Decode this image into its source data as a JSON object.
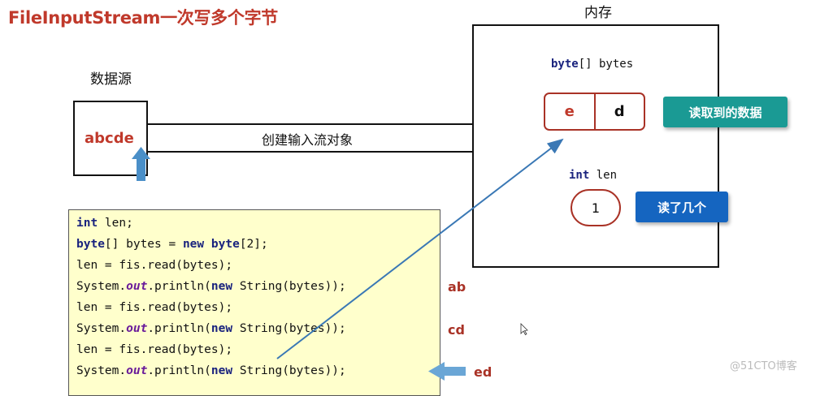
{
  "title": "FileInputStream一次写多个字节",
  "memory_label": "内存",
  "source": {
    "label": "数据源",
    "content": "abcde"
  },
  "pipe_label": "创建输入流对象",
  "bytes_array": {
    "type_kw": "byte",
    "declaration_rest": "[] bytes",
    "cells": [
      "e",
      "d"
    ]
  },
  "read_data_badge": "读取到的数据",
  "len_var": {
    "type_kw": "int",
    "name": " len",
    "value": "1"
  },
  "read_count_badge": "读了几个",
  "code": {
    "line1": {
      "k1": "int",
      "t1": " len;"
    },
    "line2": {
      "k1": "byte",
      "t1": "[] bytes = ",
      "k2": "new",
      "t2": " ",
      "k3": "byte",
      "t3": "[2];"
    },
    "line3": {
      "t1": "len = fis.read(bytes);"
    },
    "line4": {
      "t1": "System.",
      "f1": "out",
      "t2": ".println(",
      "k1": "new",
      "t3": " String(bytes));"
    },
    "line5": {
      "t1": "len = fis.read(bytes);"
    },
    "line6": {
      "t1": "System.",
      "f1": "out",
      "t2": ".println(",
      "k1": "new",
      "t3": " String(bytes));"
    },
    "line7": {
      "t1": "len = fis.read(bytes);"
    },
    "line8": {
      "t1": "System.",
      "f1": "out",
      "t2": ".println(",
      "k1": "new",
      "t3": " String(bytes));"
    }
  },
  "outputs": [
    "ab",
    "cd",
    "ed"
  ],
  "watermark": "@51CTO博客",
  "colors": {
    "title_red": "#c0392b",
    "teal_badge": "#1a9a94",
    "blue_badge": "#1565c0",
    "code_bg": "#ffffcc",
    "arrow_blue": "#3a78b5"
  }
}
